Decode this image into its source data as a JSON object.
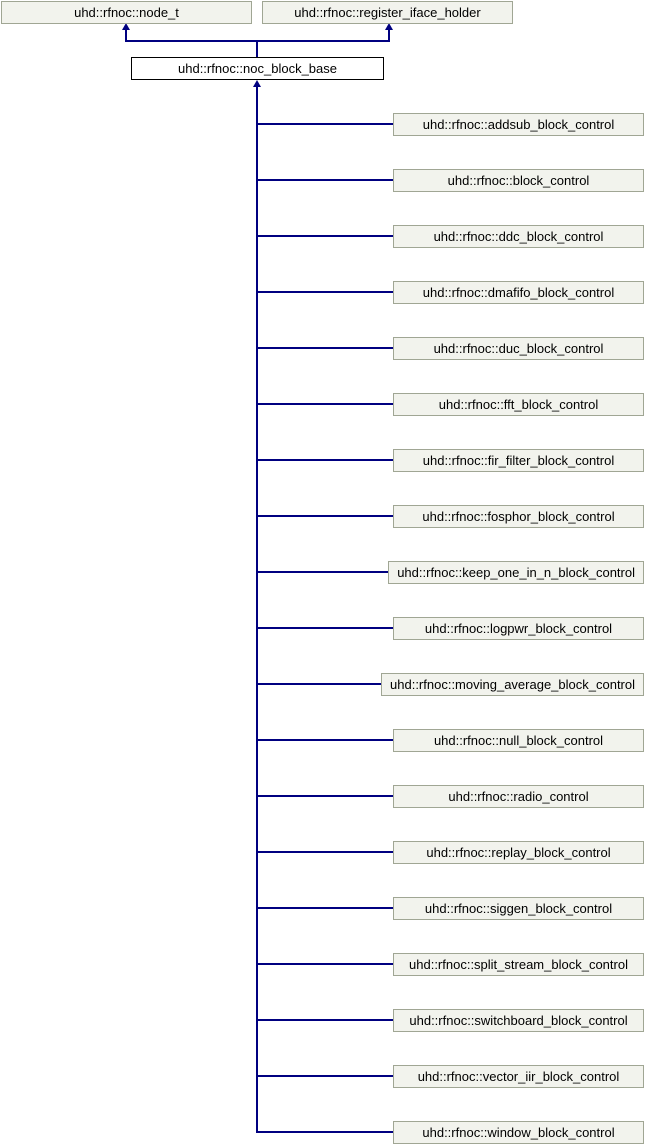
{
  "diagram": {
    "parents": [
      {
        "label": "uhd::rfnoc::node_t"
      },
      {
        "label": "uhd::rfnoc::register_iface_holder"
      }
    ],
    "base": {
      "label": "uhd::rfnoc::noc_block_base"
    },
    "children": [
      {
        "label": "uhd::rfnoc::addsub_block_control"
      },
      {
        "label": "uhd::rfnoc::block_control"
      },
      {
        "label": "uhd::rfnoc::ddc_block_control"
      },
      {
        "label": "uhd::rfnoc::dmafifo_block_control"
      },
      {
        "label": "uhd::rfnoc::duc_block_control"
      },
      {
        "label": "uhd::rfnoc::fft_block_control"
      },
      {
        "label": "uhd::rfnoc::fir_filter_block_control"
      },
      {
        "label": "uhd::rfnoc::fosphor_block_control"
      },
      {
        "label": "uhd::rfnoc::keep_one_in_n_block_control"
      },
      {
        "label": "uhd::rfnoc::logpwr_block_control"
      },
      {
        "label": "uhd::rfnoc::moving_average_block_control"
      },
      {
        "label": "uhd::rfnoc::null_block_control"
      },
      {
        "label": "uhd::rfnoc::radio_control"
      },
      {
        "label": "uhd::rfnoc::replay_block_control"
      },
      {
        "label": "uhd::rfnoc::siggen_block_control"
      },
      {
        "label": "uhd::rfnoc::split_stream_block_control"
      },
      {
        "label": "uhd::rfnoc::switchboard_block_control"
      },
      {
        "label": "uhd::rfnoc::vector_iir_block_control"
      },
      {
        "label": "uhd::rfnoc::window_block_control"
      }
    ],
    "colors": {
      "edge": "#000080",
      "node_fill": "#f2f3ed",
      "node_border": "#a0a694",
      "base_fill": "#ffffff",
      "base_border": "#000000",
      "text": "#000000"
    }
  }
}
